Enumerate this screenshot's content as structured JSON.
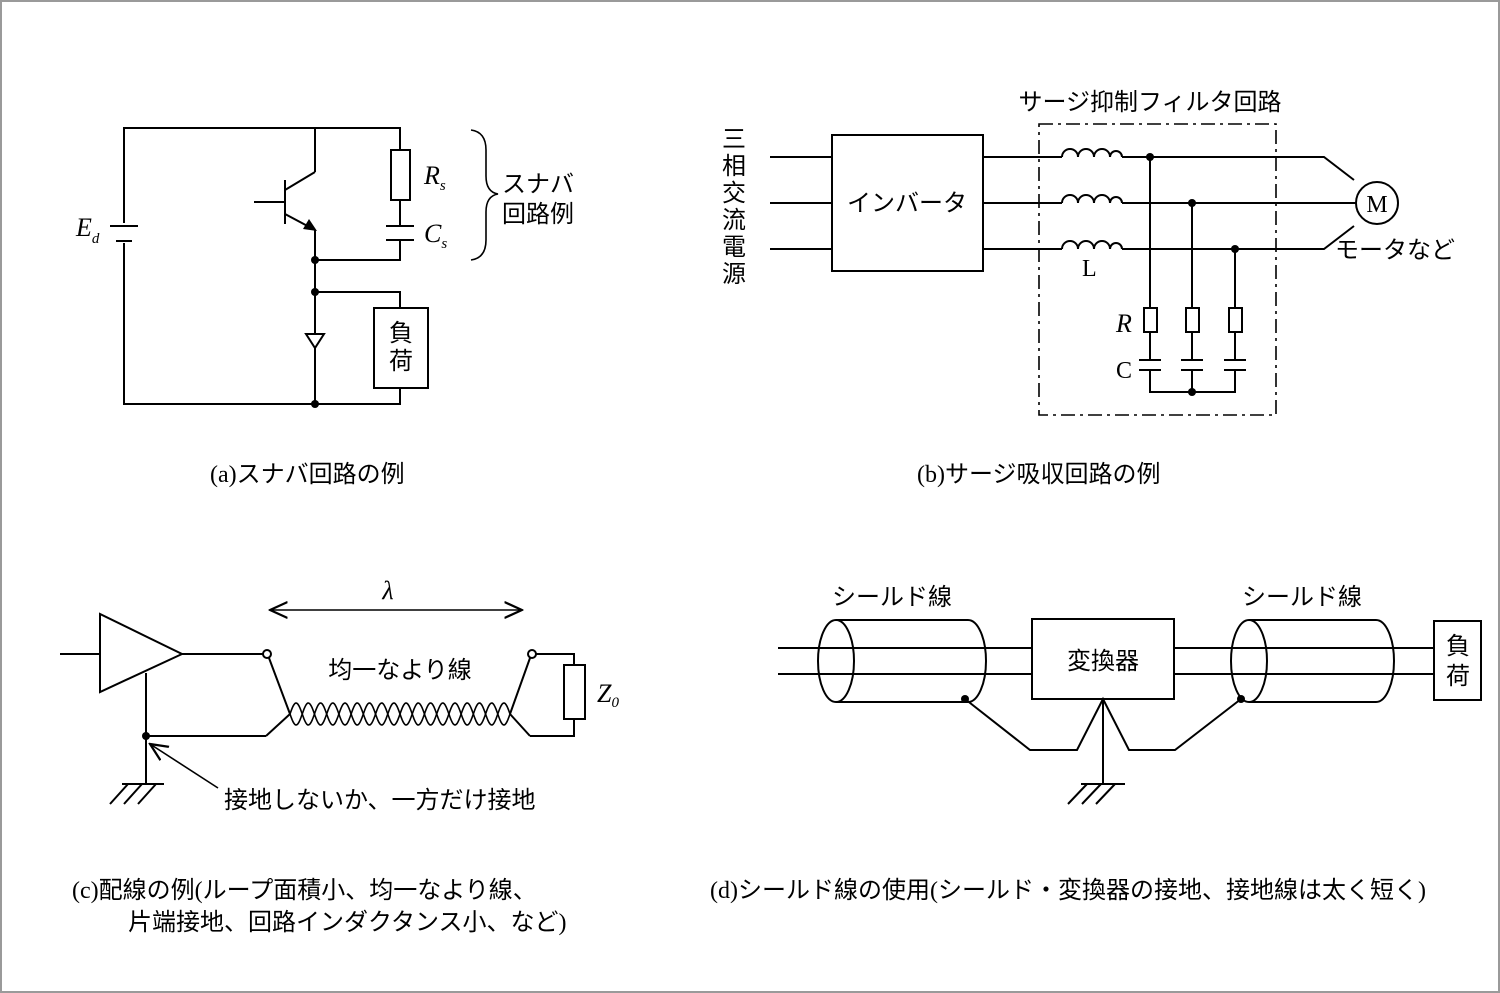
{
  "a": {
    "caption": "(a)スナバ回路の例",
    "Ed": "E",
    "Ed_sub": "d",
    "Rs": "R",
    "Rs_sub": "s",
    "Cs": "C",
    "Cs_sub": "s",
    "snubber_line1": "スナバ",
    "snubber_line2": "回路例",
    "load_line1": "負",
    "load_line2": "荷"
  },
  "b": {
    "caption": "(b)サージ吸収回路の例",
    "filter_title": "サージ抑制フィルタ回路",
    "source_chars": [
      "三",
      "相",
      "交",
      "流",
      "電",
      "源"
    ],
    "inverter": "インバータ",
    "L": "L",
    "R": "R",
    "C": "C",
    "motor": "M",
    "motor_label": "モータなど"
  },
  "c": {
    "caption_line1": "(c)配線の例(ループ面積小、均一なより線、",
    "caption_line2": "片端接地、回路インダクタンス小、など)",
    "lambda": "λ",
    "twisted": "均一なより線",
    "Z0": "Z",
    "Z0_sub": "0",
    "ground_note": "接地しないか、一方だけ接地"
  },
  "d": {
    "caption": "(d)シールド線の使用(シールド・変換器の接地、接地線は太く短く)",
    "shield_left": "シールド線",
    "shield_right": "シールド線",
    "converter": "変換器",
    "load_line1": "負",
    "load_line2": "荷"
  }
}
